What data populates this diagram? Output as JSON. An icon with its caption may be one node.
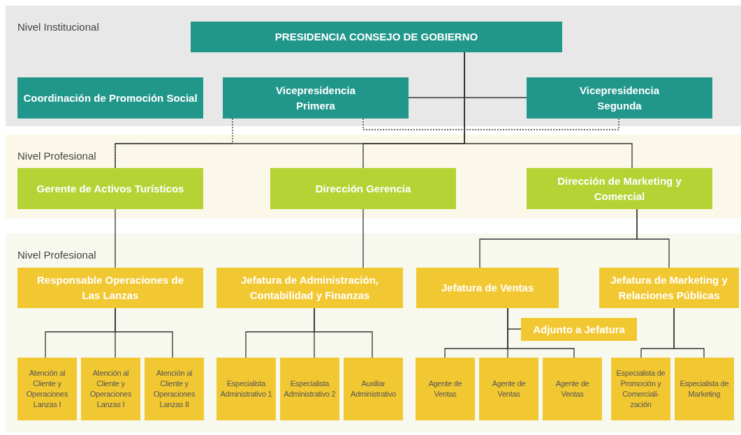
{
  "diagram": {
    "nodes": [
      {
        "text": [
          "Nivel Institucional"
        ]
      },
      {
        "text": [
          "PRESIDENCIA CONSEJO DE GOBIERNO"
        ],
        "in": 0
      },
      {
        "text": [
          "Coordinación de Promoción Social"
        ],
        "in": 0
      },
      {
        "text": [
          "Vicepresidencia Primera"
        ],
        "in": 0
      },
      {
        "text": [
          "Vicepresidencia Segunda"
        ],
        "in": 0
      },
      {
        "text": [
          "Nivel Profesional"
        ]
      },
      {
        "text": [
          "Gerente de Activos Turísticos"
        ],
        "in": 5
      },
      {
        "text": [
          "Dirección Gerencia"
        ],
        "in": 5
      },
      {
        "text": [
          "Dirección de Marketing y Comercial"
        ],
        "in": 5
      },
      {
        "text": [
          "Nivel Profesional"
        ]
      },
      {
        "text": [
          "Responsable Operaciones de Las Lanzas"
        ],
        "in": 9
      },
      {
        "text": [
          "Jefatura de Administración, Contabilidad y Finanzas"
        ],
        "in": 9
      },
      {
        "text": [
          "Jefatura de Ventas"
        ],
        "in": 9
      },
      {
        "text": [
          "Jefatura de Marketing y Relaciones Públicas"
        ],
        "in": 9
      },
      {
        "text": [
          "Adjunto a Jefatura"
        ],
        "in": 9
      },
      {
        "text": [
          "Atención al Cliente y Operaciones Lanzas I"
        ],
        "in": 9
      },
      {
        "text": [
          "Atención al Cliente y Operaciones Lanzas I"
        ],
        "in": 9
      },
      {
        "text": [
          "Atención al Cliente y Operaciones Lanzas II"
        ],
        "in": 9
      },
      {
        "text": [
          "Especialista Administrativo 1"
        ],
        "in": 9
      },
      {
        "text": [
          "Especialista Administrativo 2"
        ],
        "in": 9
      },
      {
        "text": [
          "Auxiliar Administrativo"
        ],
        "in": 9
      },
      {
        "text": [
          "Agente de Ventas"
        ],
        "in": 9
      },
      {
        "text": [
          "Agente de Ventas"
        ],
        "in": 9
      },
      {
        "text": [
          "Agente de Ventas"
        ],
        "in": 9
      },
      {
        "text": [
          "Especialista de Promoción y Comerciali- zación"
        ],
        "in": 9
      },
      {
        "text": [
          "Especialista de Marketing"
        ],
        "in": 9
      }
    ],
    "edges": [
      {
        "from": 1,
        "to": 3,
        "arrow": "none"
      },
      {
        "from": 1,
        "to": 4,
        "arrow": "none"
      },
      {
        "from": 1,
        "to": 6,
        "arrow": "none"
      },
      {
        "from": 1,
        "to": 7,
        "arrow": "none"
      },
      {
        "from": 1,
        "to": 8,
        "arrow": "none"
      },
      {
        "from": 3,
        "to": 4,
        "arrow": "none",
        "style": "dashed"
      },
      {
        "from": 3,
        "to": 6,
        "arrow": "none",
        "style": "dashed"
      },
      {
        "from": 6,
        "to": 10,
        "arrow": "none"
      },
      {
        "from": 7,
        "to": 11,
        "arrow": "none"
      },
      {
        "from": 8,
        "to": 12,
        "arrow": "none"
      },
      {
        "from": 8,
        "to": 13,
        "arrow": "none"
      },
      {
        "from": 10,
        "to": 15,
        "arrow": "none"
      },
      {
        "from": 10,
        "to": 16,
        "arrow": "none"
      },
      {
        "from": 10,
        "to": 17,
        "arrow": "none"
      },
      {
        "from": 11,
        "to": 18,
        "arrow": "none"
      },
      {
        "from": 11,
        "to": 19,
        "arrow": "none"
      },
      {
        "from": 11,
        "to": 20,
        "arrow": "none"
      },
      {
        "from": 12,
        "to": 14,
        "arrow": "none"
      },
      {
        "from": 12,
        "to": 21,
        "arrow": "none"
      },
      {
        "from": 12,
        "to": 22,
        "arrow": "none"
      },
      {
        "from": 12,
        "to": 23,
        "arrow": "none"
      },
      {
        "from": 13,
        "to": 24,
        "arrow": "none"
      },
      {
        "from": 13,
        "to": 25,
        "arrow": "none"
      }
    ]
  }
}
